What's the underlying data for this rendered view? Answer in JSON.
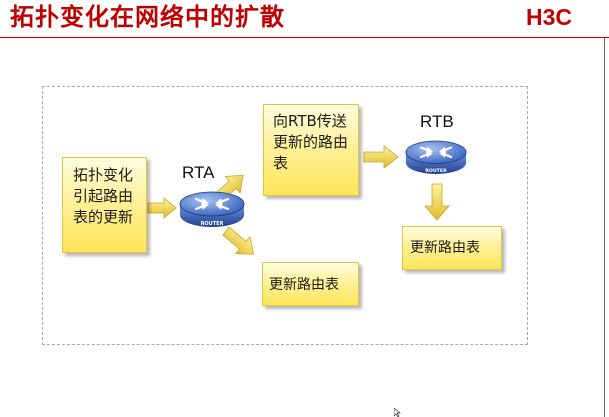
{
  "slide": {
    "title": "拓扑变化在网络中的扩散",
    "brand": "H3C"
  },
  "diagram": {
    "start_box": "拓扑变化引起路由表的更新",
    "router_a_label": "RTA",
    "router_b_label": "RTB",
    "router_icon_text": "ROUTER",
    "send_box": "向RTB传送更新的路由表",
    "update_box_a": "更新路由表",
    "update_box_b": "更新路由表"
  },
  "colors": {
    "title": "#c00000",
    "box_fill": "#ffef8a",
    "arrow": "#e8c84a",
    "router": "#3a63b8"
  },
  "icons": {
    "router": "router-icon",
    "arrow": "arrow-icon"
  }
}
